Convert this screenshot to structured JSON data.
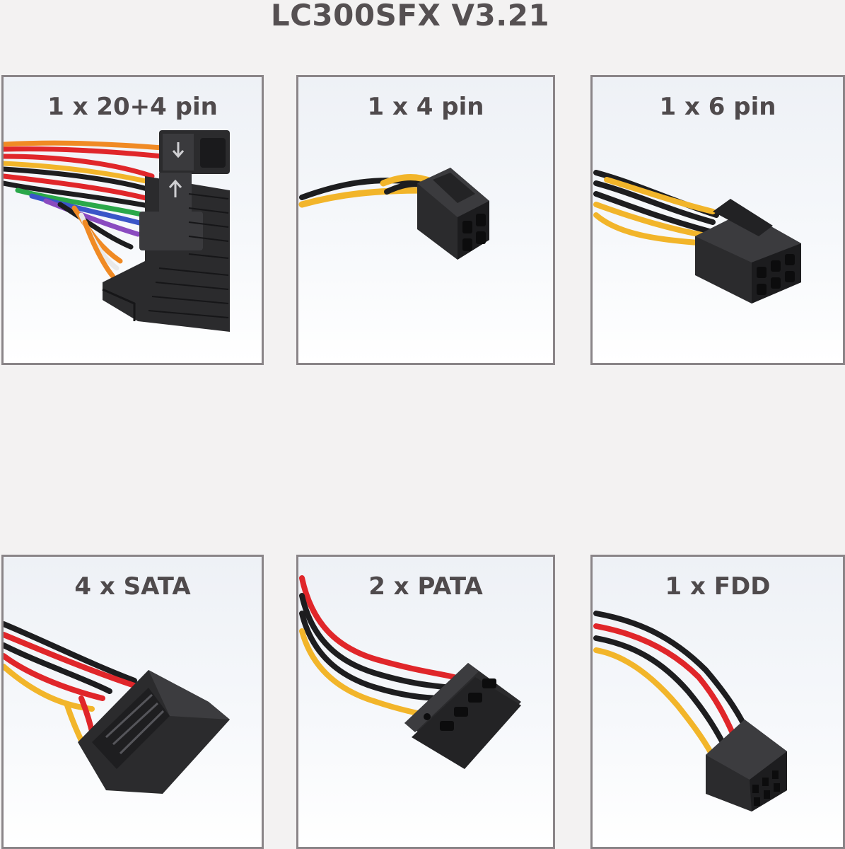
{
  "title": "LC300SFX V3.21",
  "connectors": [
    {
      "label": "1 x 20+4 pin",
      "icon": "atx-24pin-connector-icon"
    },
    {
      "label": "1 x 4 pin",
      "icon": "eps-4pin-connector-icon"
    },
    {
      "label": "1 x 6 pin",
      "icon": "pcie-6pin-connector-icon"
    },
    {
      "label": "4 x SATA",
      "icon": "sata-connector-icon"
    },
    {
      "label": "2 x PATA",
      "icon": "molex-connector-icon"
    },
    {
      "label": "1 x FDD",
      "icon": "fdd-connector-icon"
    }
  ],
  "colors": {
    "background": "#f3f2f2",
    "title": "#555052",
    "frame": "#8a8588",
    "connector": "#2b2b2d",
    "wire_yellow": "#f2b52a",
    "wire_red": "#e0262a",
    "wire_black": "#1d1d1f",
    "wire_orange": "#f08a24"
  }
}
